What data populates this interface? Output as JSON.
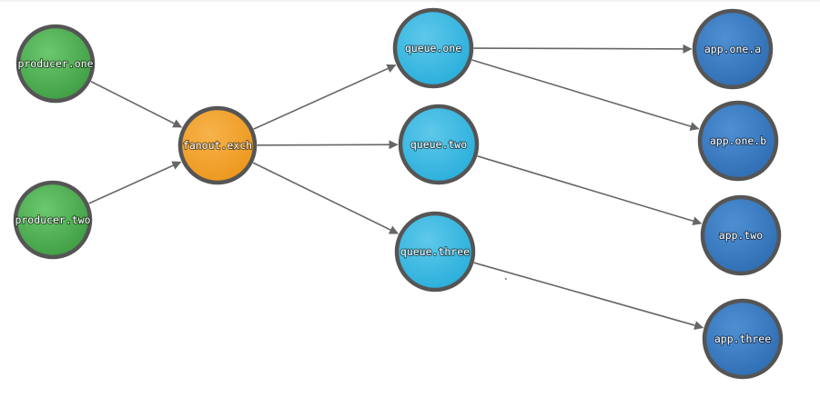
{
  "colors": {
    "producer": "#4caf50",
    "exchange": "#f0a030",
    "queue": "#3bb8e0",
    "app": "#3b7cc4",
    "ring": "#555555",
    "edge": "#666666"
  },
  "nodes": [
    {
      "id": "producer.one",
      "label": "producer.one",
      "kind": "producer"
    },
    {
      "id": "producer.two",
      "label": "producer.two",
      "kind": "producer"
    },
    {
      "id": "fanout.exch",
      "label": "fanout.exch",
      "kind": "exchange"
    },
    {
      "id": "queue.one",
      "label": "queue.one",
      "kind": "queue"
    },
    {
      "id": "queue.two",
      "label": "queue.two",
      "kind": "queue"
    },
    {
      "id": "queue.three",
      "label": "queue.three",
      "kind": "queue"
    },
    {
      "id": "app.one.a",
      "label": "app.one.a",
      "kind": "app"
    },
    {
      "id": "app.one.b",
      "label": "app.one.b",
      "kind": "app"
    },
    {
      "id": "app.two",
      "label": "app.two",
      "kind": "app"
    },
    {
      "id": "app.three",
      "label": "app.three",
      "kind": "app"
    }
  ],
  "edges": [
    {
      "from": "producer.one",
      "to": "fanout.exch"
    },
    {
      "from": "producer.two",
      "to": "fanout.exch"
    },
    {
      "from": "fanout.exch",
      "to": "queue.one"
    },
    {
      "from": "fanout.exch",
      "to": "queue.two"
    },
    {
      "from": "fanout.exch",
      "to": "queue.three"
    },
    {
      "from": "queue.one",
      "to": "app.one.a"
    },
    {
      "from": "queue.one",
      "to": "app.one.b"
    },
    {
      "from": "queue.two",
      "to": "app.two"
    },
    {
      "from": "queue.three",
      "to": "app.three"
    }
  ]
}
